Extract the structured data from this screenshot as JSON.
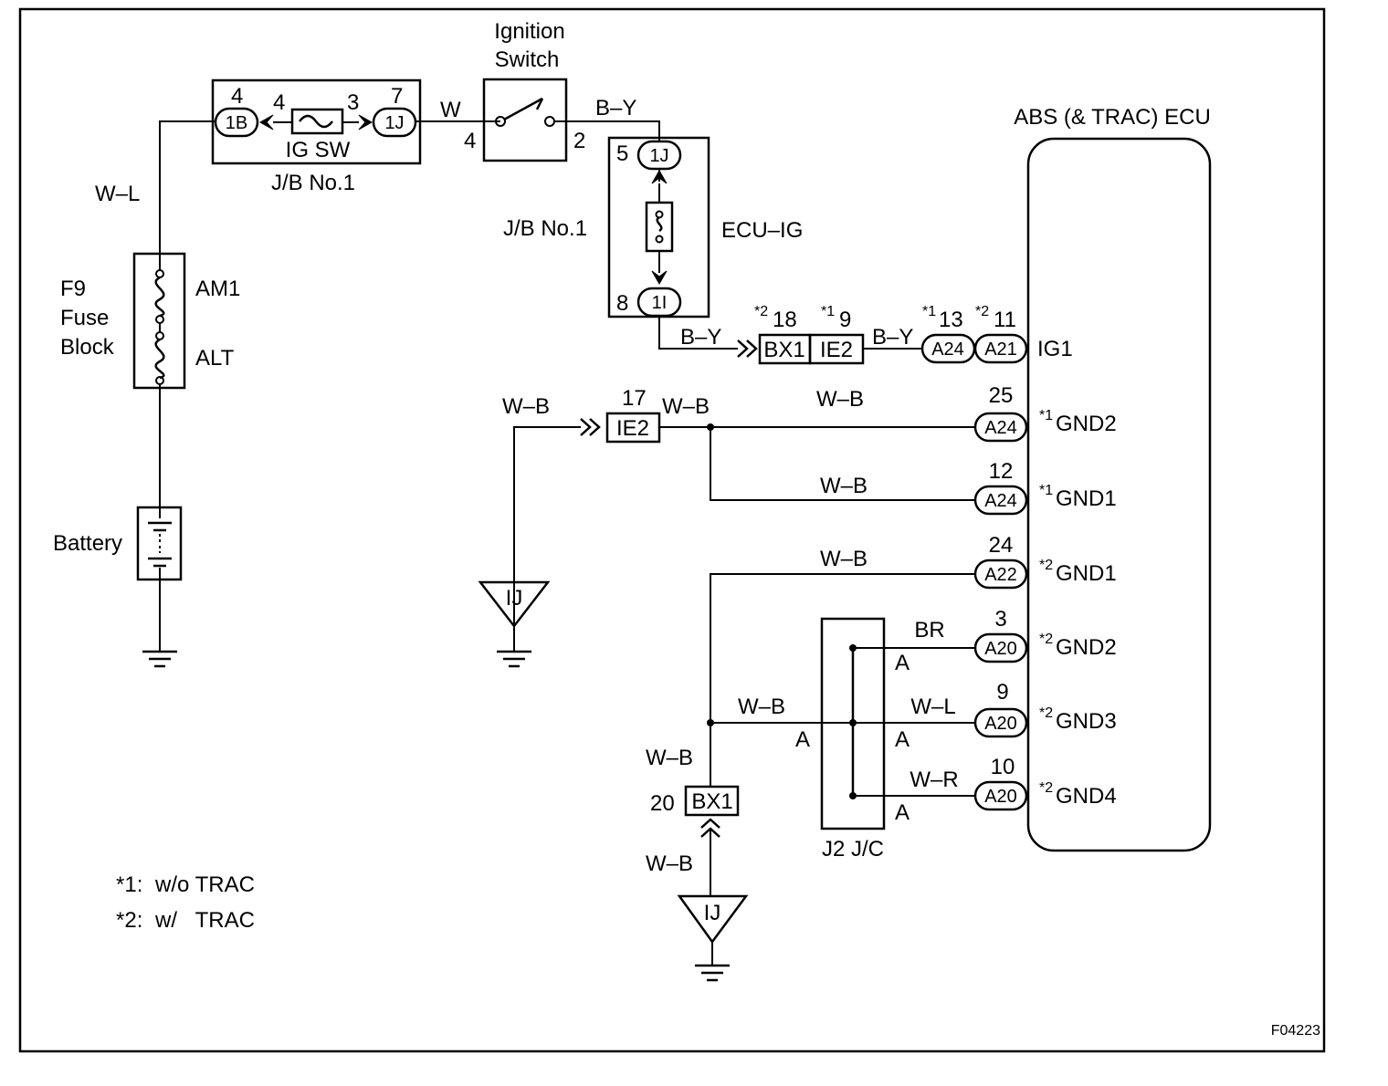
{
  "ignition_switch": {
    "title_line1": "Ignition",
    "title_line2": "Switch",
    "pin_in": "4",
    "pin_out": "2"
  },
  "jb1_left": {
    "name": "J/B No.1",
    "fuse": "IG SW",
    "left_connector": "1B",
    "left_pin_outer": "4",
    "left_pin_inner": "4",
    "right_connector": "1J",
    "right_pin_outer": "7",
    "right_pin_inner": "3"
  },
  "jb1_ecu": {
    "name": "J/B No.1",
    "fuse": "ECU–IG",
    "top_connector": "1J",
    "top_pin": "5",
    "bottom_connector": "1I",
    "bottom_pin": "8"
  },
  "fuse_block": {
    "name_line1": "F9",
    "name_line2": "Fuse",
    "name_line3": "Block",
    "fuse1": "AM1",
    "fuse2": "ALT"
  },
  "battery": {
    "label": "Battery"
  },
  "ecu": {
    "title": "ABS (& TRAC) ECU",
    "terminals": [
      {
        "note": "",
        "name": "IG1"
      },
      {
        "note": "*1",
        "name": "GND2",
        "pin": "25",
        "connector": "A24",
        "wire": "W–B"
      },
      {
        "note": "*1",
        "name": "GND1",
        "pin": "12",
        "connector": "A24",
        "wire": "W–B"
      },
      {
        "note": "*2",
        "name": "GND1",
        "pin": "24",
        "connector": "A22",
        "wire": "W–B"
      },
      {
        "note": "*2",
        "name": "GND2",
        "pin": "3",
        "connector": "A20",
        "wire": "BR"
      },
      {
        "note": "*2",
        "name": "GND3",
        "pin": "9",
        "connector": "A20",
        "wire": "W–L"
      },
      {
        "note": "*2",
        "name": "GND4",
        "pin": "10",
        "connector": "A20",
        "wire": "W–R"
      }
    ]
  },
  "ig1_connectors": [
    {
      "note": "*2",
      "pin": "18",
      "name": "BX1"
    },
    {
      "note": "*1",
      "pin": "9",
      "name": "IE2"
    },
    {
      "note": "*1",
      "pin": "13",
      "name": "A24"
    },
    {
      "note": "*2",
      "pin": "11",
      "name": "A21"
    }
  ],
  "wires": {
    "w_l": "W–L",
    "w": "W",
    "b_y_top": "B–Y",
    "b_y_lower": "B–Y",
    "b_y_ig1": "B–Y",
    "w_b_ground": "W–B",
    "w_b_ie2": "W–B",
    "w_b_jc": "W–B",
    "w_b_bx1_top": "W–B",
    "w_b_bx1_bottom": "W–B"
  },
  "ie2_gnd": {
    "pin": "17",
    "name": "IE2"
  },
  "bx1_gnd": {
    "pin": "20",
    "name": "BX1"
  },
  "ground_points": {
    "left": "IJ",
    "right": "IJ"
  },
  "junction": {
    "name": "J2 J/C",
    "left_tag": "A",
    "right_tags": [
      "A",
      "A",
      "A"
    ]
  },
  "legend": [
    {
      "mark": "*1:",
      "text": "w/o TRAC"
    },
    {
      "mark": "*2:",
      "text": "w/   TRAC"
    }
  ],
  "figure_id": "F04223"
}
